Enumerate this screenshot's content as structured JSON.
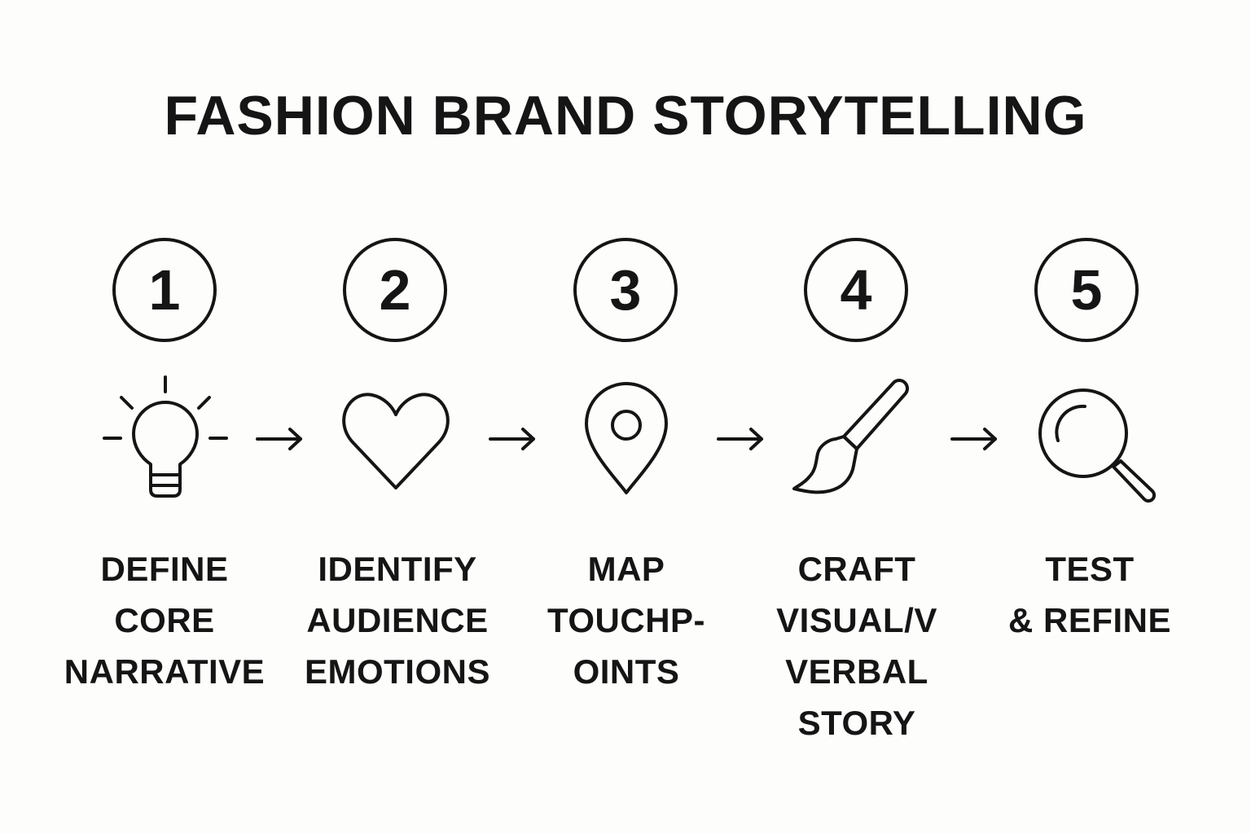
{
  "title": "FASHION BRAND STORYTELLING",
  "steps": [
    {
      "number": "1",
      "icon": "lightbulb-icon",
      "label_lines": [
        "DEFINE",
        "CORE",
        "NARRATIVE"
      ]
    },
    {
      "number": "2",
      "icon": "heart-icon",
      "label_lines": [
        "IDENTIFY",
        "AUDIENCE",
        "EMOTIONS"
      ]
    },
    {
      "number": "3",
      "icon": "location-pin-icon",
      "label_lines": [
        "MAP",
        "TOUCHP-",
        "OINTS"
      ]
    },
    {
      "number": "4",
      "icon": "paintbrush-icon",
      "label_lines": [
        "CRAFT",
        "VISUAL/V",
        "VERBAL",
        "STORY"
      ]
    },
    {
      "number": "5",
      "icon": "magnifying-glass-icon",
      "label_lines": [
        "TEST",
        "& REFINE"
      ]
    }
  ],
  "colors": {
    "background": "#fdfdfb",
    "ink": "#151515"
  }
}
